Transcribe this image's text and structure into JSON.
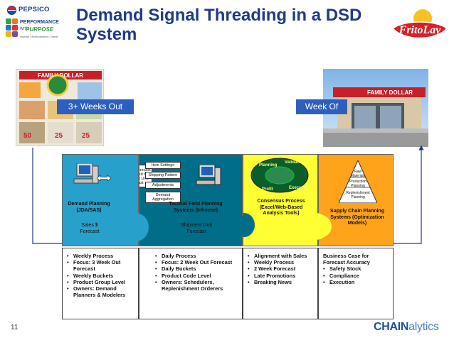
{
  "slide": {
    "title": "Demand Signal Threading in a DSD System",
    "page_number": "11"
  },
  "logos": {
    "pepsico": "PEPSICO",
    "performance": "PERFORMANCE",
    "with": "WITH",
    "purpose": "PURPOSE",
    "purpose_tagline": "Human • Environment • Talent",
    "fritolay": "FritoLay",
    "chain_part1": "CHAIN",
    "chain_part2": "alytics"
  },
  "photos": {
    "left_caption": "3+ Weeks Out",
    "right_caption": "Week Of",
    "store_sign": "FAMILY DOLLAR",
    "circular_header": "FAMILY DOLLAR",
    "circular_prices": [
      "50",
      "25",
      "25"
    ]
  },
  "stages": [
    {
      "title": "Demand Planning (JDA/SAS)",
      "subtitle": "Sales $ Forecast",
      "bullets": [
        "Weekly Process",
        "Focus: 3 Week Out Forecast",
        "Weekly Buckets",
        "Product Group Level",
        "Owners: Demand Planners & Modelers"
      ]
    },
    {
      "title": "Tactical Field Planning Systems (Inhouse)",
      "subtitle": "Shipment Unit Forecast",
      "mini_boxes": [
        "Sales $ Forecast Converted to Shipment Unit Forecast",
        "Item Settings",
        "Shipping Pattern",
        "Adjustments",
        "Demand Aggregation"
      ],
      "bullets": [
        "Daily Process",
        "Focus: 2 Week Out Forecast",
        "Daily Buckets",
        "Product Code Level",
        "Owners: Schedulers, Replenishment Orderers"
      ]
    },
    {
      "title": "Consensus Process (Excel/Web-Based Analysis Tools)",
      "circle_labels": [
        "Planning",
        "Validation",
        "Execution",
        "Profit"
      ],
      "bullets": [
        "Alignment with Sales",
        "Weekly Process",
        "2 Week Forecast",
        "Late Promotions",
        "Breaking News"
      ]
    },
    {
      "title": "Supply Chain Planning Systems (Optimization Models)",
      "pyramid_labels": [
        "Raw Materials",
        "Production Planning",
        "Replenishment Planning"
      ],
      "lower_heading": "Business Case for Forecast Accuracy",
      "bullets": [
        "Safety Stock",
        "Compliance",
        "Execution"
      ]
    }
  ],
  "colors": {
    "title_blue": "#1f3a8a",
    "tag_blue": "#2e5fbe",
    "stage1": "#27a0cb",
    "stage2": "#006e88",
    "stage3": "#ffff33",
    "stage4": "#ffa31a"
  }
}
